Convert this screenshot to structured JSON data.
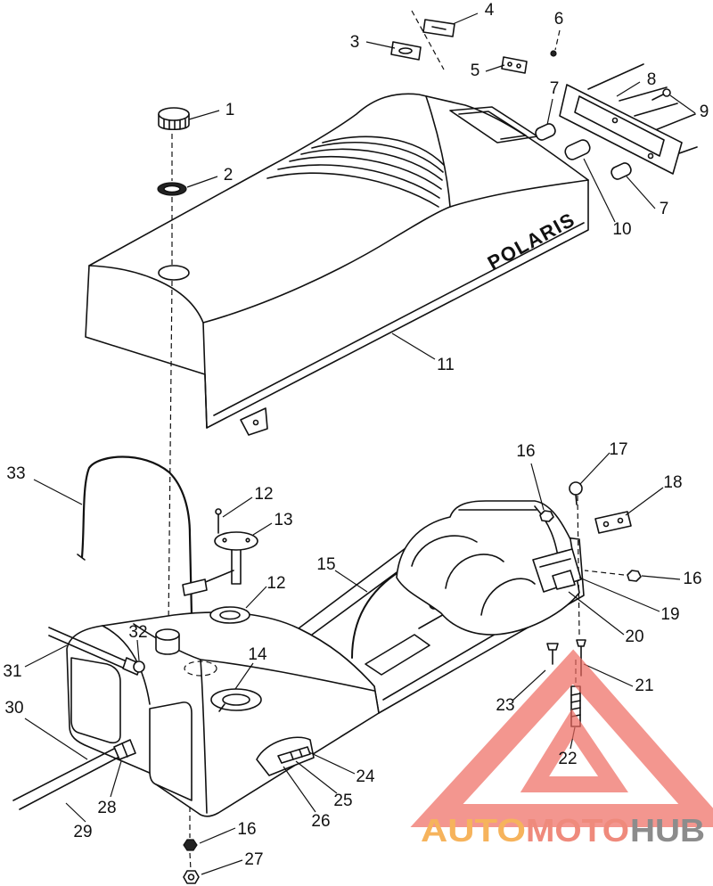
{
  "diagram": {
    "brand_text": "POLARIS",
    "callouts": [
      "1",
      "2",
      "3",
      "4",
      "5",
      "6",
      "7",
      "8",
      "9",
      "7",
      "10",
      "11",
      "33",
      "12",
      "13",
      "16",
      "17",
      "18",
      "15",
      "12",
      "16",
      "19",
      "20",
      "32",
      "14",
      "31",
      "21",
      "23",
      "30",
      "22",
      "24",
      "25",
      "28",
      "26",
      "29",
      "16",
      "27"
    ]
  },
  "watermark": {
    "part1": "AUTO",
    "part2": "MOTO",
    "part3": "HUB"
  },
  "colors": {
    "background": "#ffffff",
    "line_art": "#111111",
    "watermark_triangle": "#ee6a60",
    "watermark_auto": "#f6b35c",
    "watermark_moto": "#ef8a7c",
    "watermark_hub": "#8c8c8c"
  }
}
